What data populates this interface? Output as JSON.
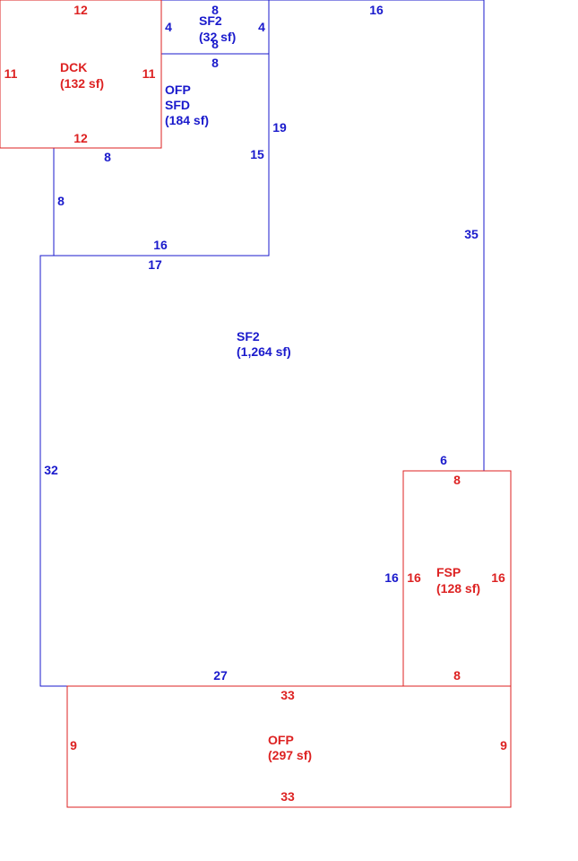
{
  "colors": {
    "living_area": "#1a1acc",
    "other_area": "#dd2222"
  },
  "areas": {
    "sf2_small": {
      "code": "SF2",
      "area": "(32 sf)"
    },
    "dck": {
      "code": "DCK",
      "area": "(132 sf)"
    },
    "ofp_sfd": {
      "code1": "OFP",
      "code2": "SFD",
      "area": "(184 sf)"
    },
    "sf2_main": {
      "code": "SF2",
      "area": "(1,264 sf)"
    },
    "fsp": {
      "code": "FSP",
      "area": "(128 sf)"
    },
    "ofp_bottom": {
      "code": "OFP",
      "area": "(297 sf)"
    }
  },
  "dimensions": {
    "sf2_small": {
      "top": "8",
      "left": "4",
      "right": "4",
      "bottom": "8",
      "bottom_inner": "8"
    },
    "right_top": "16",
    "right_side": "35",
    "dck": {
      "top": "12",
      "left": "11",
      "right": "11",
      "bottom": "12"
    },
    "sfd": {
      "right": "19",
      "inner_right": "15",
      "top_left": "8",
      "left": "8",
      "bottom": "16"
    },
    "main": {
      "top": "17",
      "left": "32",
      "bottom": "27"
    },
    "fsp": {
      "top_outer": "6",
      "top": "8",
      "left_outer": "16",
      "left": "16",
      "right": "16",
      "bottom": "8"
    },
    "ofp": {
      "top": "33",
      "left": "9",
      "right": "9",
      "bottom": "33"
    }
  }
}
